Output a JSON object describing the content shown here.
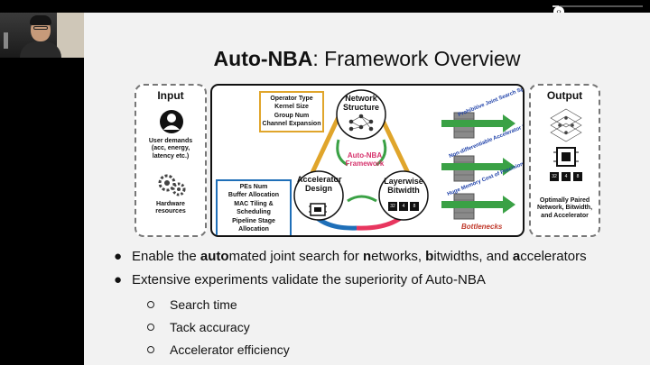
{
  "player": {
    "progress": 0.07
  },
  "slide": {
    "title_bold": "Auto-NBA",
    "title_rest": ": Framework Overview",
    "input": {
      "heading": "Input",
      "user_demands": "User demands (acc, energy, latency etc.)",
      "hardware": "Hardware resources"
    },
    "output": {
      "heading": "Output",
      "result": "Optimally Paired Network, Bitwidth, and Accelerator"
    },
    "framework": {
      "operator_callout": [
        "Operator Type",
        "Kernel Size",
        "Group Num",
        "Channel Expansion"
      ],
      "hardware_callout": [
        "PEs Num",
        "Buffer Allocation",
        "MAC Tiling & Scheduling",
        "Pipeline Stage Allocation"
      ],
      "node_network": "Network Structure",
      "node_accelerator": "Accelerator Design",
      "node_bitwidth": "Layerwise Bitwidth",
      "center_label": "Auto-NBA Framework",
      "bitwidth_chips": [
        "32",
        "4",
        "8"
      ],
      "bottleneck_1": "Prohibitive Joint Search Space",
      "bottleneck_2": "Non-differentiable Accelerator Space",
      "bottleneck_3": "Huge Memory Cost of Precision Search",
      "bottlenecks_title": "Bottlenecks"
    },
    "bullets": [
      {
        "segments": [
          "Enable the ",
          "auto",
          "mated joint search for ",
          "n",
          "etworks, ",
          "b",
          "itwidths, and ",
          "a",
          "ccelerators"
        ]
      },
      {
        "text": "Extensive experiments validate the superiority of Auto-NBA"
      }
    ],
    "sub_bullets": [
      "Search time",
      "Tack accuracy",
      "Accelerator efficiency"
    ]
  },
  "colors": {
    "network_arc": "#e0a52b",
    "accelerator_arc": "#1f6fb8",
    "bitwidth_arc": "#e8365f",
    "framework_text": "#d6336c",
    "bottleneck_arrow": "#3aa145",
    "bottleneck_wall": "#8a8a8a"
  },
  "icons": [
    "user-icon",
    "gears-icon",
    "neural-network-icon",
    "chip-icon",
    "brick-wall-icon",
    "arrow-right-icon"
  ]
}
